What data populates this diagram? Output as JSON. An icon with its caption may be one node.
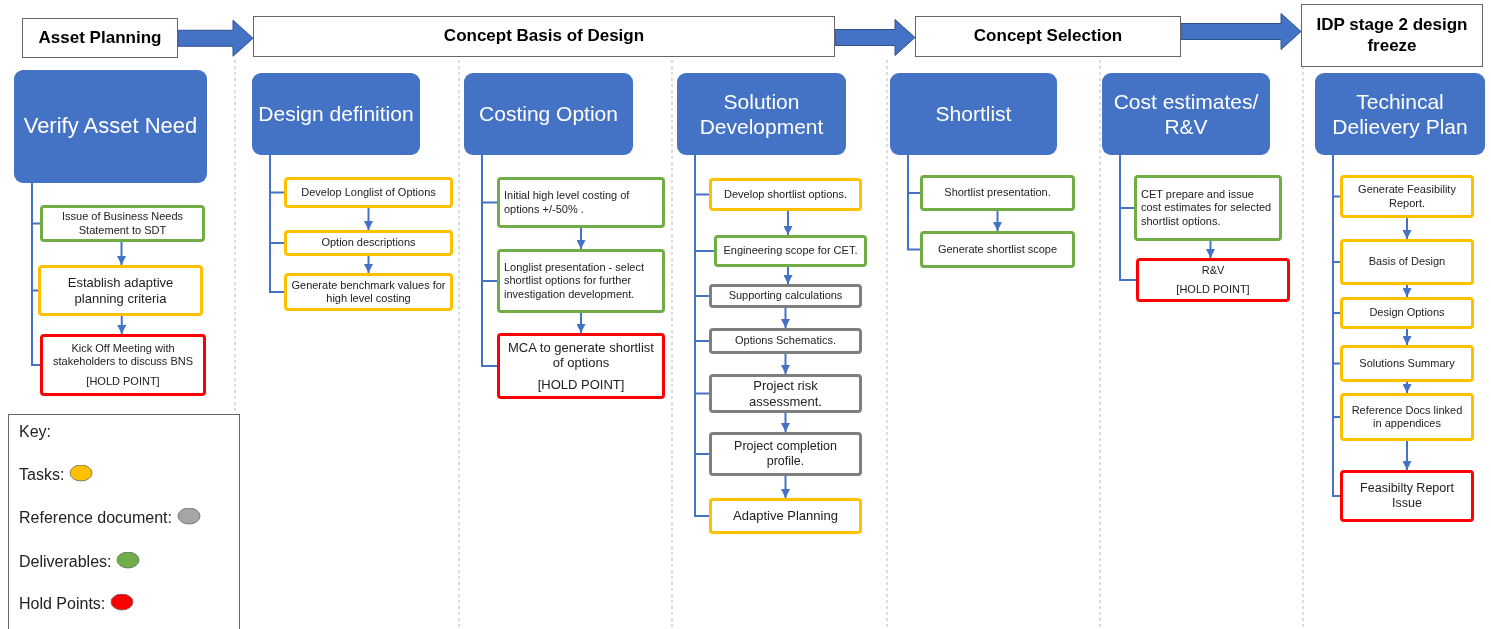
{
  "diagram": {
    "nodes": [
      {
        "text": [
          "Asset Planning"
        ]
      },
      {
        "text": [
          "Concept Basis of Design"
        ]
      },
      {
        "text": [
          "Concept Selection"
        ]
      },
      {
        "text": [
          "IDP stage 2 design freeze"
        ]
      },
      {
        "text": [
          "Verify Asset Need"
        ]
      },
      {
        "text": [
          "Issue of Business Needs Statement to SDT"
        ]
      },
      {
        "text": [
          "Establish adaptive planning criteria"
        ]
      },
      {
        "text": [
          "Kick Off Meeting with stakeholders to discuss BNS",
          "[HOLD POINT]"
        ]
      },
      {
        "text": [
          "Design definition"
        ]
      },
      {
        "text": [
          "Develop Longlist of Options"
        ]
      },
      {
        "text": [
          "Option descriptions"
        ]
      },
      {
        "text": [
          "Generate benchmark values for high level costing"
        ]
      },
      {
        "text": [
          "Costing Option"
        ]
      },
      {
        "text": [
          "Initial high level costing of options +/-50% ."
        ]
      },
      {
        "text": [
          "Longlist presentation - select shortlist options for further investigation development."
        ]
      },
      {
        "text": [
          "MCA to generate shortlist of options",
          "[HOLD POINT]"
        ]
      },
      {
        "text": [
          "Solution Development"
        ]
      },
      {
        "text": [
          "Develop shortlist options."
        ]
      },
      {
        "text": [
          "Engineering scope for CET."
        ]
      },
      {
        "text": [
          "Supporting calculations"
        ]
      },
      {
        "text": [
          "Options Schematics."
        ]
      },
      {
        "text": [
          "Project risk assessment."
        ]
      },
      {
        "text": [
          "Project completion profile."
        ]
      },
      {
        "text": [
          "Adaptive Planning"
        ]
      },
      {
        "text": [
          "Shortlist"
        ]
      },
      {
        "text": [
          "Shortlist presentation."
        ]
      },
      {
        "text": [
          "Generate shortlist scope"
        ]
      },
      {
        "text": [
          "Cost estimates/ R&V"
        ]
      },
      {
        "text": [
          "CET prepare and issue cost estimates for selected shortlist options."
        ]
      },
      {
        "text": [
          "R&V",
          "[HOLD POINT]"
        ]
      },
      {
        "text": [
          "Techincal Delievery Plan"
        ]
      },
      {
        "text": [
          "Generate Feasibility Report."
        ]
      },
      {
        "text": [
          "Basis of Design"
        ]
      },
      {
        "text": [
          "Design Options"
        ]
      },
      {
        "text": [
          "Solutions Summary"
        ]
      },
      {
        "text": [
          "Reference Docs linked in appendices"
        ]
      },
      {
        "text": [
          "Feasibilty Report Issue"
        ]
      }
    ],
    "edges": [
      {
        "from": 0,
        "to": 1,
        "arrow": "to",
        "style": "thick"
      },
      {
        "from": 1,
        "to": 2,
        "arrow": "to",
        "style": "thick"
      },
      {
        "from": 2,
        "to": 3,
        "arrow": "to",
        "style": "thick"
      },
      {
        "from": 4,
        "to": 5,
        "arrow": "none"
      },
      {
        "from": 4,
        "to": 6,
        "arrow": "none"
      },
      {
        "from": 4,
        "to": 7,
        "arrow": "none"
      },
      {
        "from": 5,
        "to": 6,
        "arrow": "to"
      },
      {
        "from": 6,
        "to": 7,
        "arrow": "to"
      },
      {
        "from": 8,
        "to": 9,
        "arrow": "none"
      },
      {
        "from": 8,
        "to": 10,
        "arrow": "none"
      },
      {
        "from": 8,
        "to": 11,
        "arrow": "none"
      },
      {
        "from": 9,
        "to": 10,
        "arrow": "to"
      },
      {
        "from": 10,
        "to": 11,
        "arrow": "to"
      },
      {
        "from": 12,
        "to": 13,
        "arrow": "none"
      },
      {
        "from": 12,
        "to": 14,
        "arrow": "none"
      },
      {
        "from": 12,
        "to": 15,
        "arrow": "none"
      },
      {
        "from": 13,
        "to": 14,
        "arrow": "to"
      },
      {
        "from": 14,
        "to": 15,
        "arrow": "to"
      },
      {
        "from": 16,
        "to": 17,
        "arrow": "none"
      },
      {
        "from": 16,
        "to": 18,
        "arrow": "none"
      },
      {
        "from": 16,
        "to": 19,
        "arrow": "none"
      },
      {
        "from": 16,
        "to": 20,
        "arrow": "none"
      },
      {
        "from": 16,
        "to": 21,
        "arrow": "none"
      },
      {
        "from": 16,
        "to": 22,
        "arrow": "none"
      },
      {
        "from": 16,
        "to": 23,
        "arrow": "none"
      },
      {
        "from": 17,
        "to": 18,
        "arrow": "to"
      },
      {
        "from": 18,
        "to": 19,
        "arrow": "to"
      },
      {
        "from": 19,
        "to": 20,
        "arrow": "to"
      },
      {
        "from": 20,
        "to": 21,
        "arrow": "to"
      },
      {
        "from": 21,
        "to": 22,
        "arrow": "to"
      },
      {
        "from": 22,
        "to": 23,
        "arrow": "to"
      },
      {
        "from": 24,
        "to": 25,
        "arrow": "none"
      },
      {
        "from": 24,
        "to": 26,
        "arrow": "none"
      },
      {
        "from": 25,
        "to": 26,
        "arrow": "to"
      },
      {
        "from": 27,
        "to": 28,
        "arrow": "none"
      },
      {
        "from": 27,
        "to": 29,
        "arrow": "none"
      },
      {
        "from": 28,
        "to": 29,
        "arrow": "to"
      },
      {
        "from": 30,
        "to": 31,
        "arrow": "none"
      },
      {
        "from": 30,
        "to": 32,
        "arrow": "none"
      },
      {
        "from": 30,
        "to": 33,
        "arrow": "none"
      },
      {
        "from": 30,
        "to": 34,
        "arrow": "none"
      },
      {
        "from": 30,
        "to": 35,
        "arrow": "none"
      },
      {
        "from": 30,
        "to": 36,
        "arrow": "none"
      },
      {
        "from": 31,
        "to": 32,
        "arrow": "to"
      },
      {
        "from": 32,
        "to": 33,
        "arrow": "to"
      },
      {
        "from": 33,
        "to": 34,
        "arrow": "to"
      },
      {
        "from": 34,
        "to": 35,
        "arrow": "to"
      },
      {
        "from": 35,
        "to": 36,
        "arrow": "to"
      }
    ],
    "labels": [
      "Key:"
    ],
    "legend": [
      {
        "text": "Tasks:",
        "color": "#ffc000"
      },
      {
        "text": "Reference document:",
        "color": "#a5a5a5"
      },
      {
        "text": "Deliverables:",
        "color": "#70ad47"
      },
      {
        "text": "Hold Points:",
        "color": "#ff0000"
      }
    ]
  }
}
